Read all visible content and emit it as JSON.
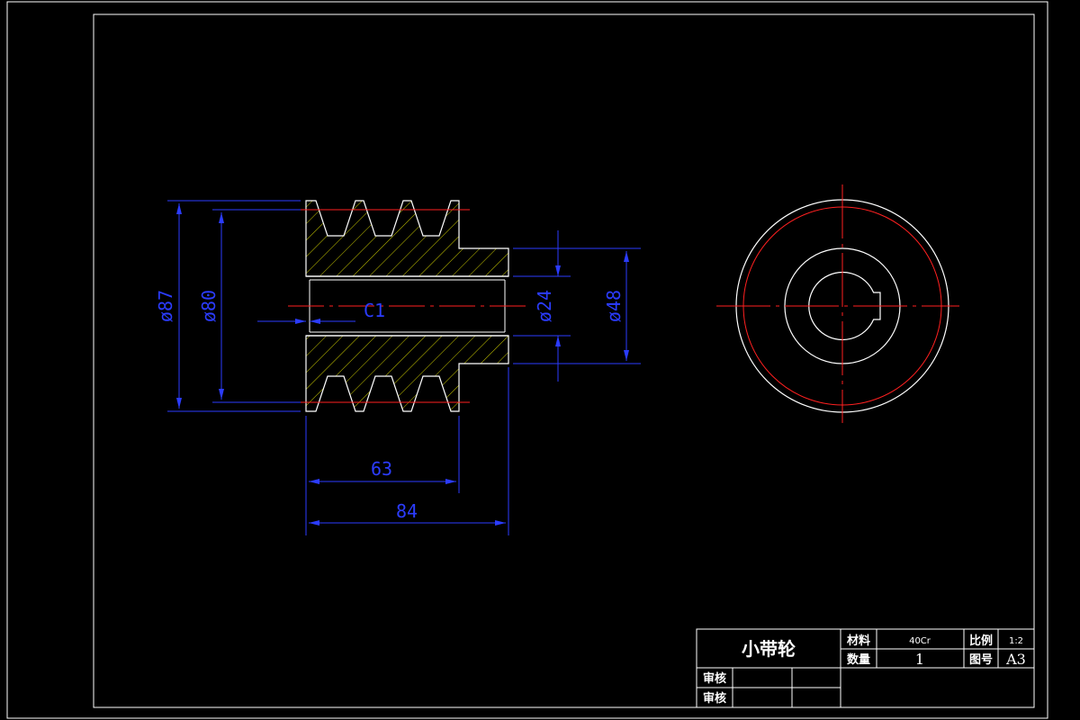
{
  "drawing": {
    "dimensions": {
      "outer_diameter": "ø87",
      "pitch_diameter": "ø80",
      "bore_diameter": "ø24",
      "hub_diameter": "ø48",
      "chamfer": "C1",
      "groove_length": "63",
      "total_length": "84"
    },
    "colors": {
      "background": "#000000",
      "geometry": "#ffffff",
      "centerline": "#ff2020",
      "dimension": "#2b3cff",
      "hatch": "#c8c800"
    }
  },
  "title_block": {
    "part_name": "小带轮",
    "material_label": "材料",
    "material_value": "40Cr",
    "scale_label": "比例",
    "scale_value": "1:2",
    "quantity_label": "数量",
    "quantity_value": "1",
    "drawing_no_label": "图号",
    "drawing_no_value": "A3",
    "review1_label": "审核",
    "review2_label": "审核"
  }
}
